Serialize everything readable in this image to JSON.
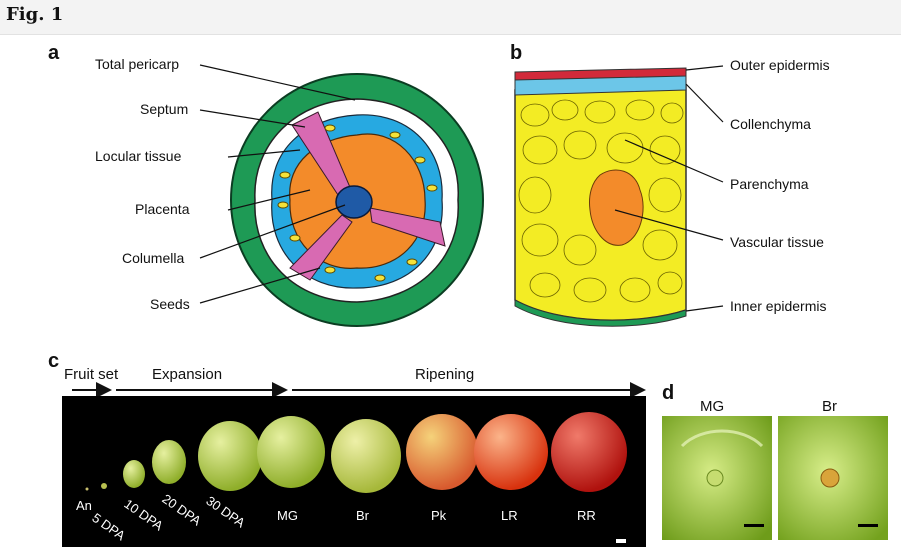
{
  "figure": {
    "title": "Fig. 1"
  },
  "panel_a": {
    "letter": "a",
    "labels": [
      "Total pericarp",
      "Septum",
      "Locular tissue",
      "Placenta",
      "Columella",
      "Seeds"
    ]
  },
  "panel_b": {
    "letter": "b",
    "labels": [
      "Outer epidermis",
      "Collenchyma",
      "Parenchyma",
      "Vascular tissue",
      "Inner epidermis"
    ]
  },
  "panel_c": {
    "letter": "c",
    "phases": [
      "Fruit set",
      "Expansion",
      "Ripening"
    ],
    "stages": [
      "An",
      "5 DPA",
      "10 DPA",
      "20 DPA",
      "30 DPA",
      "MG",
      "Br",
      "Pk",
      "LR",
      "RR"
    ]
  },
  "panel_d": {
    "letter": "d",
    "labels": [
      "MG",
      "Br"
    ]
  },
  "colors": {
    "pericarp": "#1e9a55",
    "septum": "#d86ab2",
    "locular": "#27a9e1",
    "placenta": "#f38b2a",
    "columella": "#1f5aa6",
    "seeds": "#f5e23a",
    "parenchyma": "#f3ec24",
    "outer_epidermis": "#d22a3a",
    "collenchyma": "#6cc6e8"
  }
}
